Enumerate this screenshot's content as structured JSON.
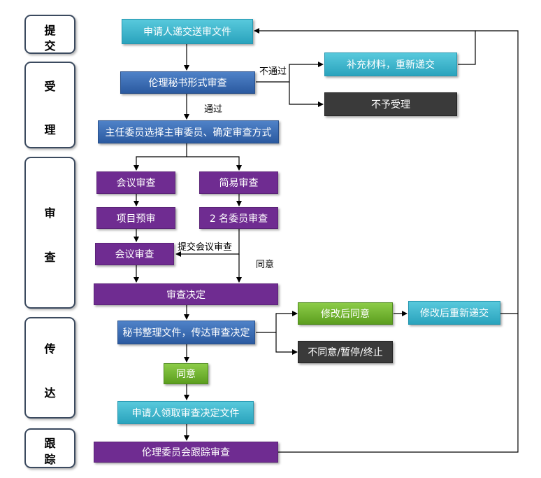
{
  "stages": {
    "submit": [
      "提",
      "交"
    ],
    "accept": [
      "受",
      "理"
    ],
    "review": [
      "审",
      "查"
    ],
    "convey": [
      "传",
      "达"
    ],
    "track": [
      "跟",
      "踪"
    ]
  },
  "nodes": {
    "applicant_submit": "申请人递交送审文件",
    "secretary_check": "伦理秘书形式审查",
    "supplement": "补充材料，重新递交",
    "reject": "不予受理",
    "chair_select": "主任委员选择主审委员、确定审查方式",
    "meeting_review": "会议审查",
    "simple_review": "简易审查",
    "project_prereview": "项目预审",
    "two_member_review": "2 名委员审查",
    "meeting_review_2": "会议审查",
    "review_decision": "审查决定",
    "secretary_convey": "秘书整理文件，传达审查决定",
    "approve_after_modify": "修改后同意",
    "resubmit_after_modify": "修改后重新递交",
    "disapprove": "不同意/暂停/终止",
    "agree": "同意",
    "applicant_receive": "申请人领取审查决定文件",
    "tracking_review": "伦理委员会跟踪审查"
  },
  "edge_labels": {
    "fail": "不通过",
    "pass": "通过",
    "submit_meeting": "提交会议审查",
    "agree": "同意"
  }
}
